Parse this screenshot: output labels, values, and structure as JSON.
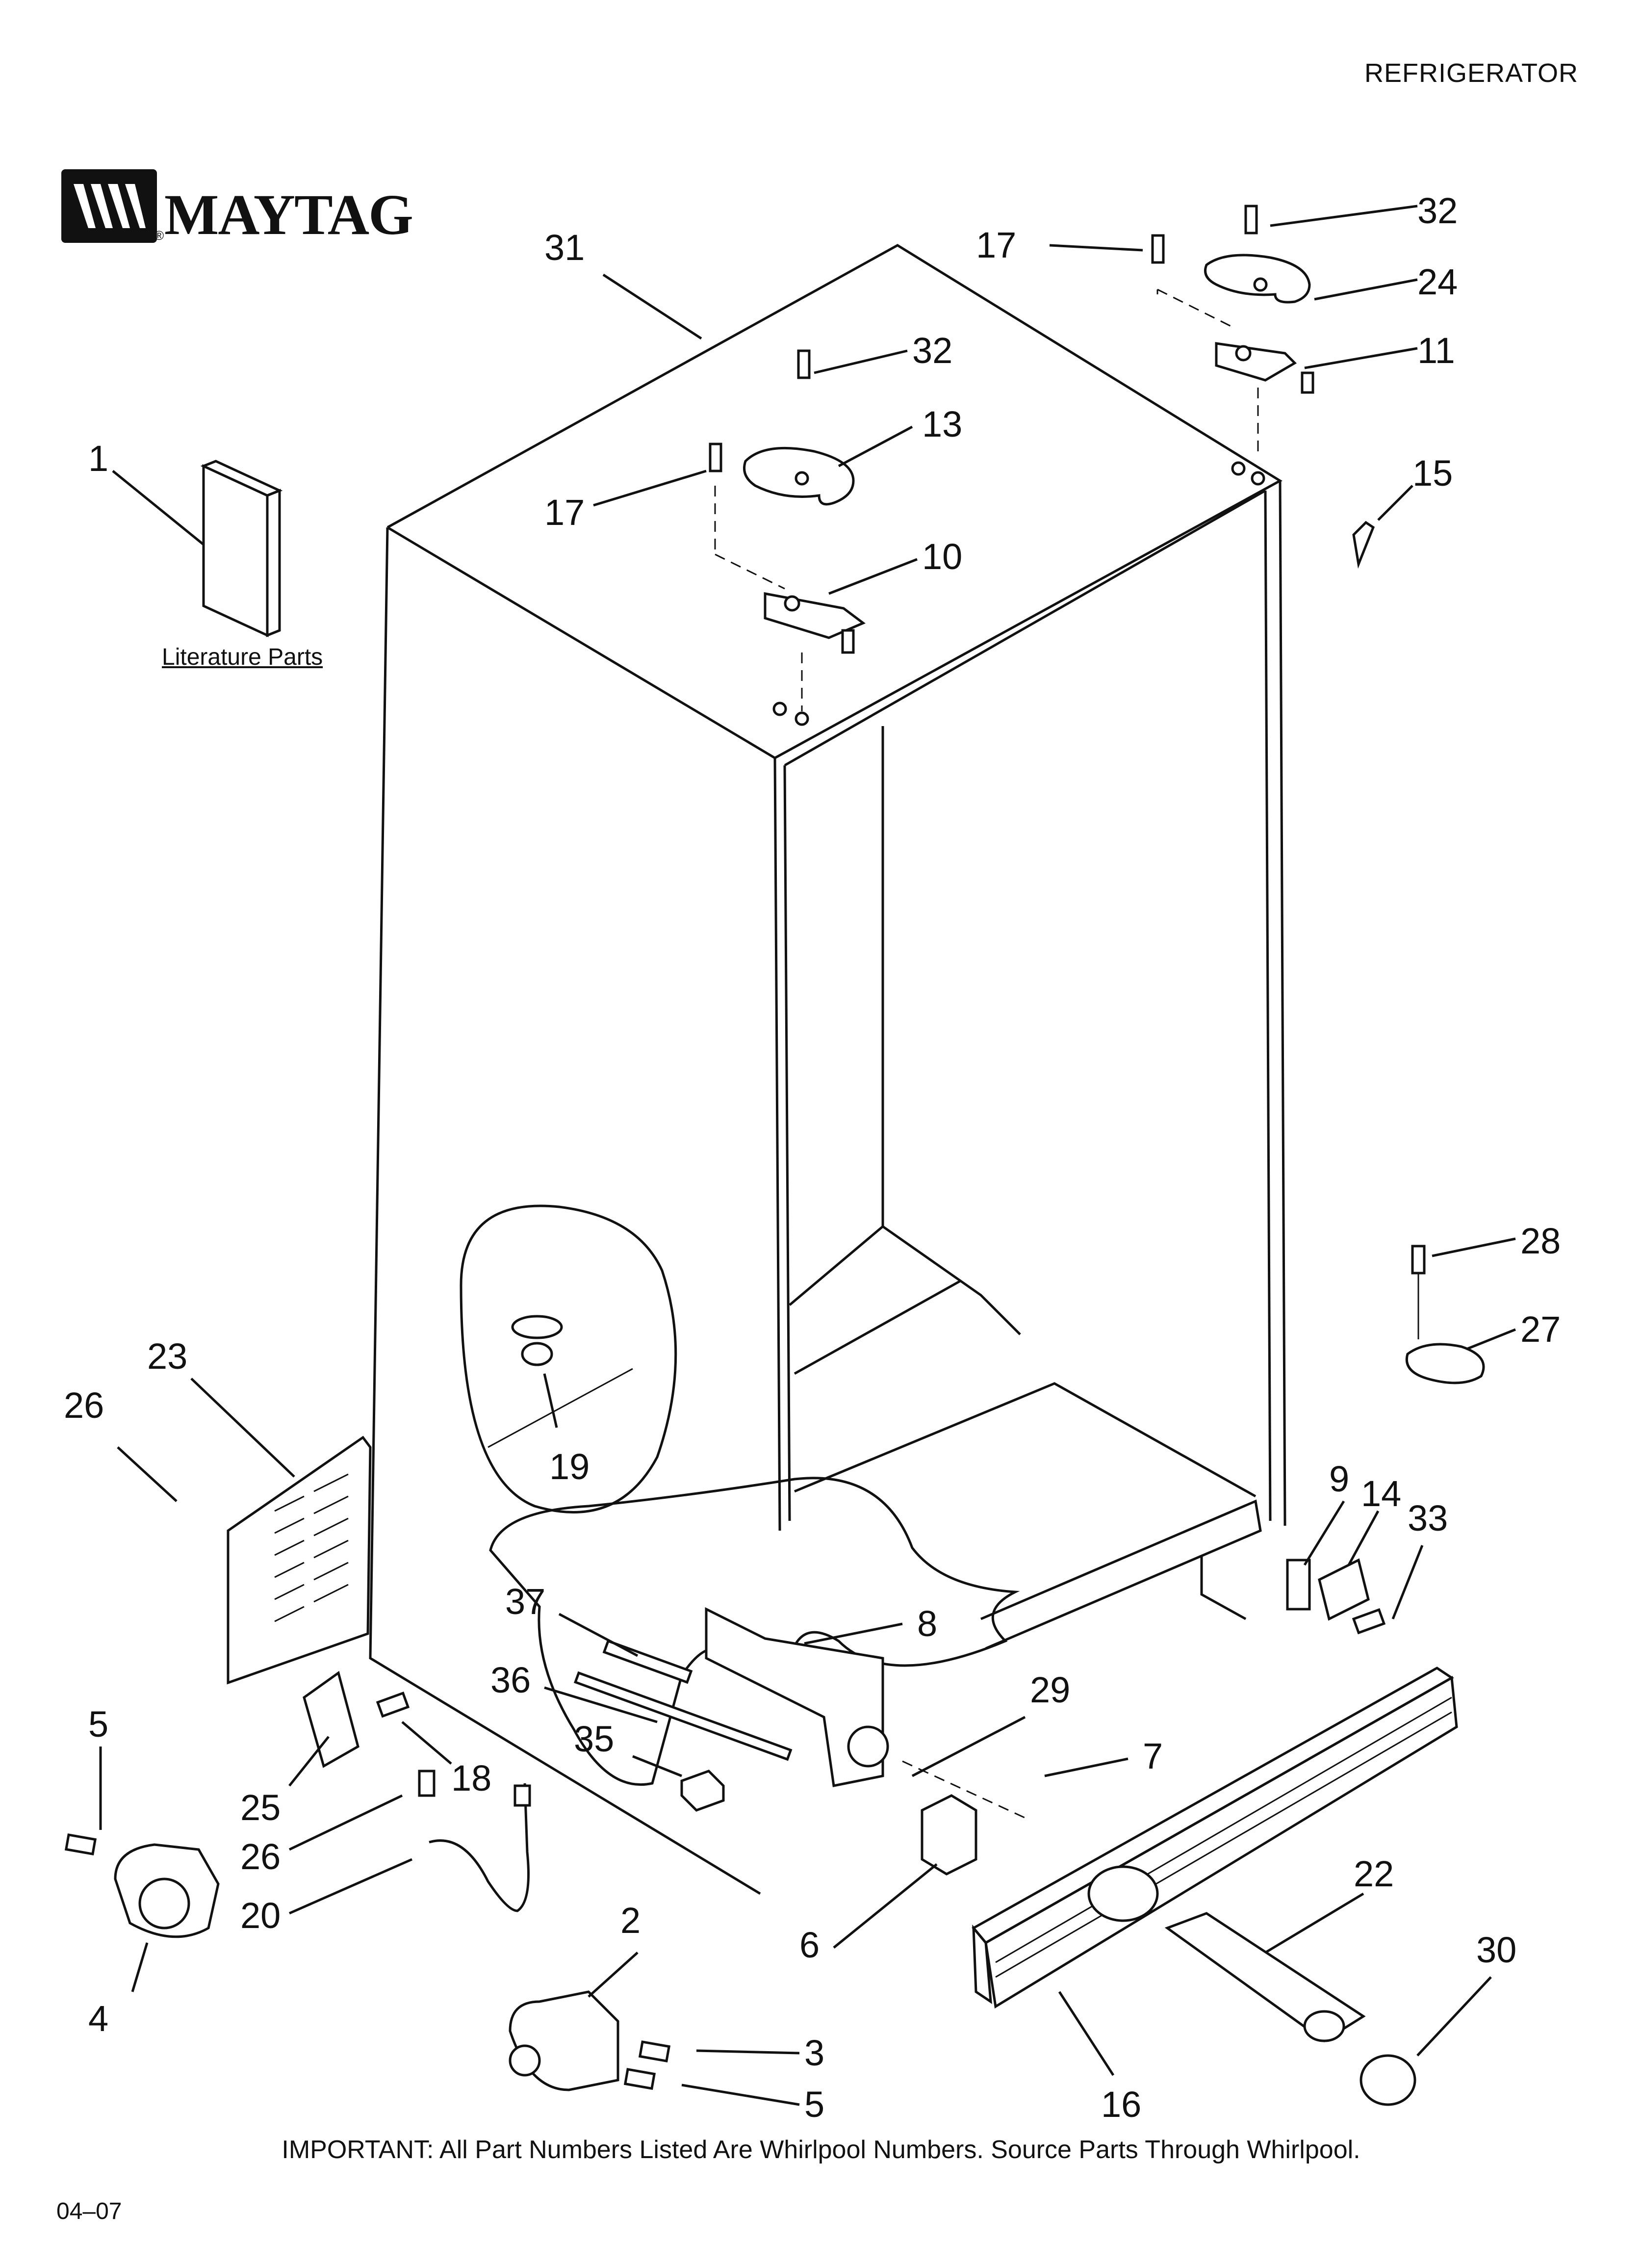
{
  "header": {
    "section_title": "REFRIGERATOR"
  },
  "brand": {
    "name": "MAYTAG",
    "mark": "®"
  },
  "literature": {
    "label": "Literature Parts"
  },
  "footer": {
    "note": "IMPORTANT: All Part Numbers Listed Are Whirlpool Numbers. Source Parts Through Whirlpool.",
    "code": "04–07"
  },
  "callouts": [
    "31",
    "17",
    "32",
    "24",
    "11",
    "32",
    "13",
    "1",
    "17",
    "15",
    "10",
    "28",
    "27",
    "23",
    "26",
    "19",
    "9",
    "14",
    "33",
    "37",
    "8",
    "36",
    "29",
    "5",
    "35",
    "7",
    "18",
    "25",
    "26",
    "20",
    "22",
    "2",
    "30",
    "6",
    "4",
    "3",
    "5",
    "16"
  ]
}
